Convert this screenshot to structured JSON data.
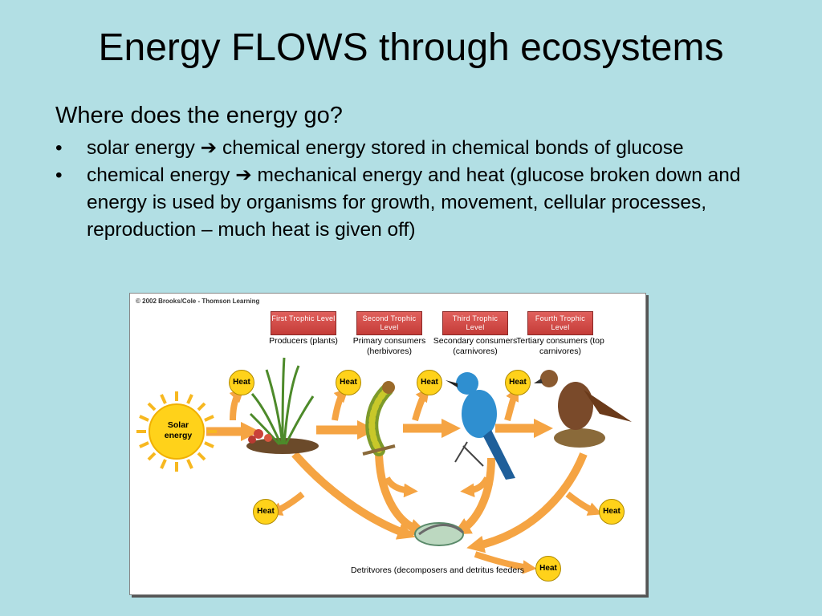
{
  "slide": {
    "title": "Energy FLOWS through ecosystems",
    "subtitle": "Where does the energy go?",
    "bullets": [
      {
        "marker": "•",
        "text": "solar energy ➔ chemical energy stored in chemical bonds of glucose"
      },
      {
        "marker": "•",
        "text": "chemical energy ➔ mechanical energy and heat (glucose broken down and energy is used by organisms for growth, movement, cellular processes, reproduction – much heat is given off)"
      }
    ]
  },
  "diagram": {
    "copyright": "© 2002 Brooks/Cole - Thomson Learning",
    "levels": [
      {
        "box": "First Trophic Level",
        "label": "Producers (plants)"
      },
      {
        "box": "Second Trophic Level",
        "label": "Primary consumers (herbivores)"
      },
      {
        "box": "Third Trophic Level",
        "label": "Secondary consumers (carnivores)"
      },
      {
        "box": "Fourth Trophic Level",
        "label": "Tertiary consumers (top carnivores)"
      }
    ],
    "sun_label": "Solar energy",
    "heat_label": "Heat",
    "detritus_label": "Detritvores (decomposers and detritus feeders",
    "colors": {
      "arrow": "#f5a443",
      "arrow_dark": "#e0862a",
      "heat": "#ffd21a",
      "level_box": "#d04a46",
      "sun": "#ffd21a"
    }
  }
}
